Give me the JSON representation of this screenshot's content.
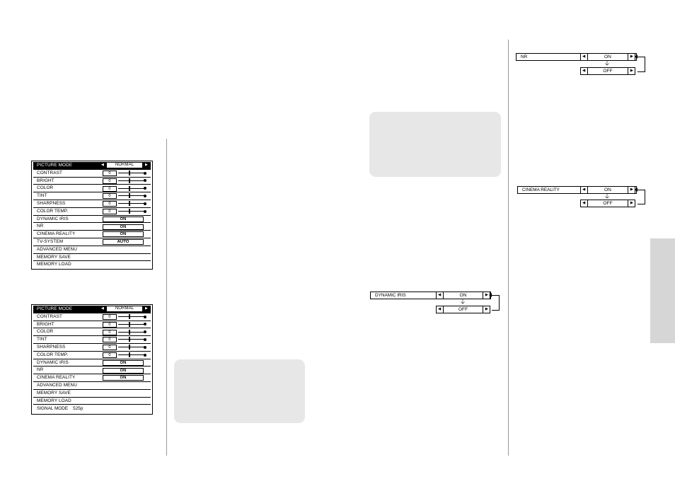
{
  "menu1": {
    "rows": [
      {
        "type": "select",
        "label": "PICTURE MODE",
        "value": "NORMAL",
        "selected": true
      },
      {
        "type": "slider",
        "label": "CONTRAST",
        "value": "0",
        "level": 0.4
      },
      {
        "type": "slider",
        "label": "BRIGHT",
        "value": "0",
        "level": 0.4
      },
      {
        "type": "slider",
        "label": "COLOR",
        "value": "0",
        "level": 0.4
      },
      {
        "type": "slider",
        "label": "TINT",
        "value": "0",
        "level": 0.4
      },
      {
        "type": "slider",
        "label": "SHARPNESS",
        "value": "0",
        "level": 0.4
      },
      {
        "type": "slider",
        "label": "COLOR TEMP.",
        "value": "0",
        "level": 0.4
      },
      {
        "type": "value",
        "label": "DYNAMIC IRIS",
        "value": "ON"
      },
      {
        "type": "value",
        "label": "NR",
        "value": "ON"
      },
      {
        "type": "value",
        "label": "CINEMA REALITY",
        "value": "ON"
      },
      {
        "type": "value",
        "label": "TV-SYSTEM",
        "value": "AUTO"
      },
      {
        "type": "text",
        "label": "ADVANCED MENU"
      },
      {
        "type": "text",
        "label": "MEMORY SAVE"
      },
      {
        "type": "text",
        "label": "MEMORY LOAD"
      }
    ]
  },
  "menu2": {
    "rows": [
      {
        "type": "select",
        "label": "PICTURE MODE",
        "value": "NORMAL",
        "selected": true
      },
      {
        "type": "slider",
        "label": "CONTRAST",
        "value": "0",
        "level": 0.4
      },
      {
        "type": "slider",
        "label": "BRIGHT",
        "value": "0",
        "level": 0.4
      },
      {
        "type": "slider",
        "label": "COLOR",
        "value": "0",
        "level": 0.4
      },
      {
        "type": "slider",
        "label": "TINT",
        "value": "0",
        "level": 0.4
      },
      {
        "type": "slider",
        "label": "SHARPNESS",
        "value": "0",
        "level": 0.4
      },
      {
        "type": "slider",
        "label": "COLOR TEMP.",
        "value": "0",
        "level": 0.4
      },
      {
        "type": "value",
        "label": "DYNAMIC IRIS",
        "value": "ON"
      },
      {
        "type": "value",
        "label": "NR",
        "value": "ON"
      },
      {
        "type": "value",
        "label": "CINEMA REALITY",
        "value": "ON"
      },
      {
        "type": "text",
        "label": "ADVANCED MENU"
      },
      {
        "type": "text",
        "label": "MEMORY SAVE"
      },
      {
        "type": "text",
        "label": "MEMORY LOAD"
      }
    ],
    "signal_label": "SIGNAL MODE",
    "signal_value": "525p"
  },
  "toggles": {
    "dynamic_iris": {
      "label": "DYNAMIC IRIS",
      "on": "ON",
      "off": "OFF"
    },
    "nr": {
      "label": "NR",
      "on": "ON",
      "off": "OFF"
    },
    "cinema_reality": {
      "label": "CINEMA REALITY",
      "on": "ON",
      "off": "OFF"
    }
  },
  "icons": {
    "left_arrow": "◀",
    "right_arrow": "▶",
    "down_arrow": "🡣"
  },
  "colors": {
    "note_bg": "#e7e7e7",
    "side_tab": "#d6d6d6",
    "rule": "#9a9a9a"
  }
}
